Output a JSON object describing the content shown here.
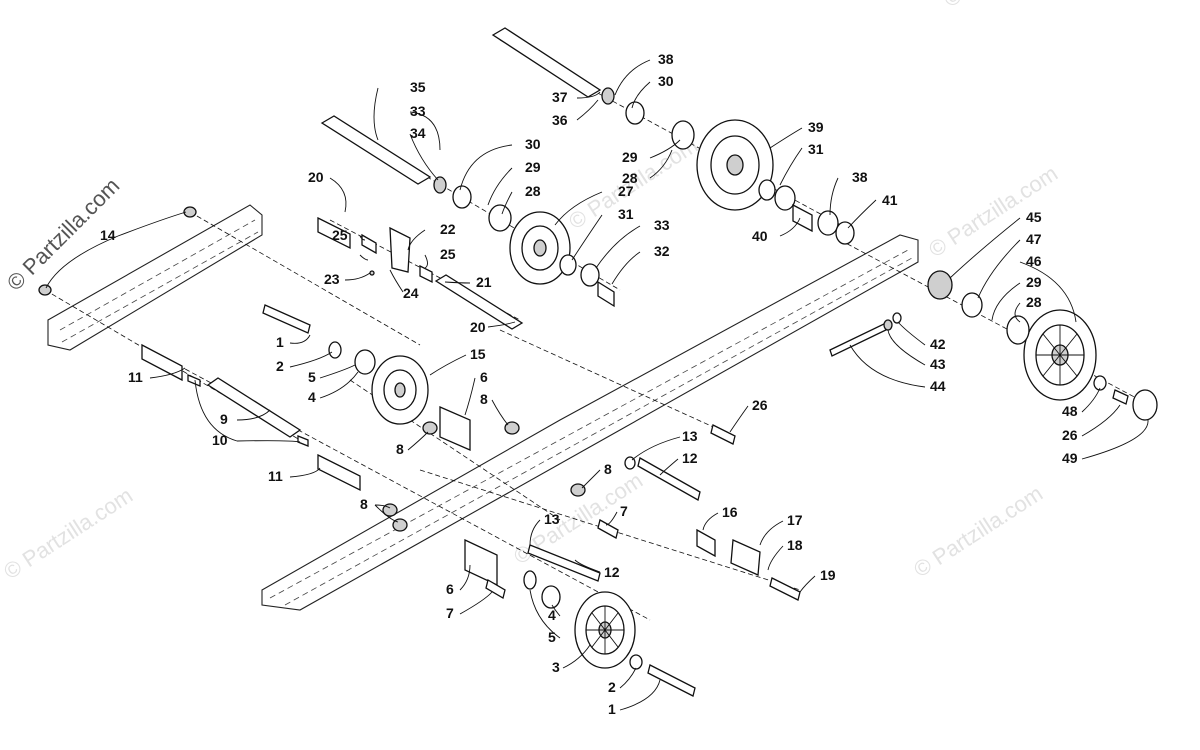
{
  "credit": "© Partzilla.com",
  "watermark": "© Partzilla.com",
  "watermarks": [
    {
      "text": "© Partzilla.com"
    },
    {
      "text": "© Partzilla.com"
    },
    {
      "text": "© Partzilla.com"
    },
    {
      "text": "© Partzilla.com"
    },
    {
      "text": "© Partzilla.com"
    },
    {
      "text": "© Partzilla.com"
    }
  ],
  "callouts": [
    {
      "id": "c38a",
      "label": "38"
    },
    {
      "id": "c30a",
      "label": "30"
    },
    {
      "id": "c37",
      "label": "37"
    },
    {
      "id": "c36",
      "label": "36"
    },
    {
      "id": "c29a",
      "label": "29"
    },
    {
      "id": "c28a",
      "label": "28"
    },
    {
      "id": "c39",
      "label": "39"
    },
    {
      "id": "c31a",
      "label": "31"
    },
    {
      "id": "c38b",
      "label": "38"
    },
    {
      "id": "c41",
      "label": "41"
    },
    {
      "id": "c40",
      "label": "40"
    },
    {
      "id": "c35",
      "label": "35"
    },
    {
      "id": "c33a",
      "label": "33"
    },
    {
      "id": "c34",
      "label": "34"
    },
    {
      "id": "c30b",
      "label": "30"
    },
    {
      "id": "c29b",
      "label": "29"
    },
    {
      "id": "c28b",
      "label": "28"
    },
    {
      "id": "c27",
      "label": "27"
    },
    {
      "id": "c31b",
      "label": "31"
    },
    {
      "id": "c33b",
      "label": "33"
    },
    {
      "id": "c32",
      "label": "32"
    },
    {
      "id": "c20a",
      "label": "20"
    },
    {
      "id": "c22",
      "label": "22"
    },
    {
      "id": "c25a",
      "label": "25"
    },
    {
      "id": "c25b",
      "label": "25"
    },
    {
      "id": "c23",
      "label": "23"
    },
    {
      "id": "c24",
      "label": "24"
    },
    {
      "id": "c21",
      "label": "21"
    },
    {
      "id": "c20b",
      "label": "20"
    },
    {
      "id": "c14",
      "label": "14"
    },
    {
      "id": "c45",
      "label": "45"
    },
    {
      "id": "c47",
      "label": "47"
    },
    {
      "id": "c46",
      "label": "46"
    },
    {
      "id": "c29c",
      "label": "29"
    },
    {
      "id": "c28c",
      "label": "28"
    },
    {
      "id": "c42",
      "label": "42"
    },
    {
      "id": "c43",
      "label": "43"
    },
    {
      "id": "c44",
      "label": "44"
    },
    {
      "id": "c48",
      "label": "48"
    },
    {
      "id": "c26a",
      "label": "26"
    },
    {
      "id": "c49",
      "label": "49"
    },
    {
      "id": "c26b",
      "label": "26"
    },
    {
      "id": "c1a",
      "label": "1"
    },
    {
      "id": "c2a",
      "label": "2"
    },
    {
      "id": "c5a",
      "label": "5"
    },
    {
      "id": "c4a",
      "label": "4"
    },
    {
      "id": "c15",
      "label": "15"
    },
    {
      "id": "c6a",
      "label": "6"
    },
    {
      "id": "c8a",
      "label": "8"
    },
    {
      "id": "c8b",
      "label": "8"
    },
    {
      "id": "c11a",
      "label": "11"
    },
    {
      "id": "c9",
      "label": "9"
    },
    {
      "id": "c10",
      "label": "10"
    },
    {
      "id": "c11b",
      "label": "11"
    },
    {
      "id": "c13a",
      "label": "13"
    },
    {
      "id": "c12a",
      "label": "12"
    },
    {
      "id": "c8c",
      "label": "8"
    },
    {
      "id": "c7a",
      "label": "7"
    },
    {
      "id": "c8d",
      "label": "8"
    },
    {
      "id": "c13b",
      "label": "13"
    },
    {
      "id": "c12b",
      "label": "12"
    },
    {
      "id": "c16",
      "label": "16"
    },
    {
      "id": "c17",
      "label": "17"
    },
    {
      "id": "c18",
      "label": "18"
    },
    {
      "id": "c19",
      "label": "19"
    },
    {
      "id": "c6b",
      "label": "6"
    },
    {
      "id": "c7b",
      "label": "7"
    },
    {
      "id": "c4b",
      "label": "4"
    },
    {
      "id": "c5b",
      "label": "5"
    },
    {
      "id": "c3",
      "label": "3"
    },
    {
      "id": "c2b",
      "label": "2"
    },
    {
      "id": "c1b",
      "label": "1"
    }
  ]
}
